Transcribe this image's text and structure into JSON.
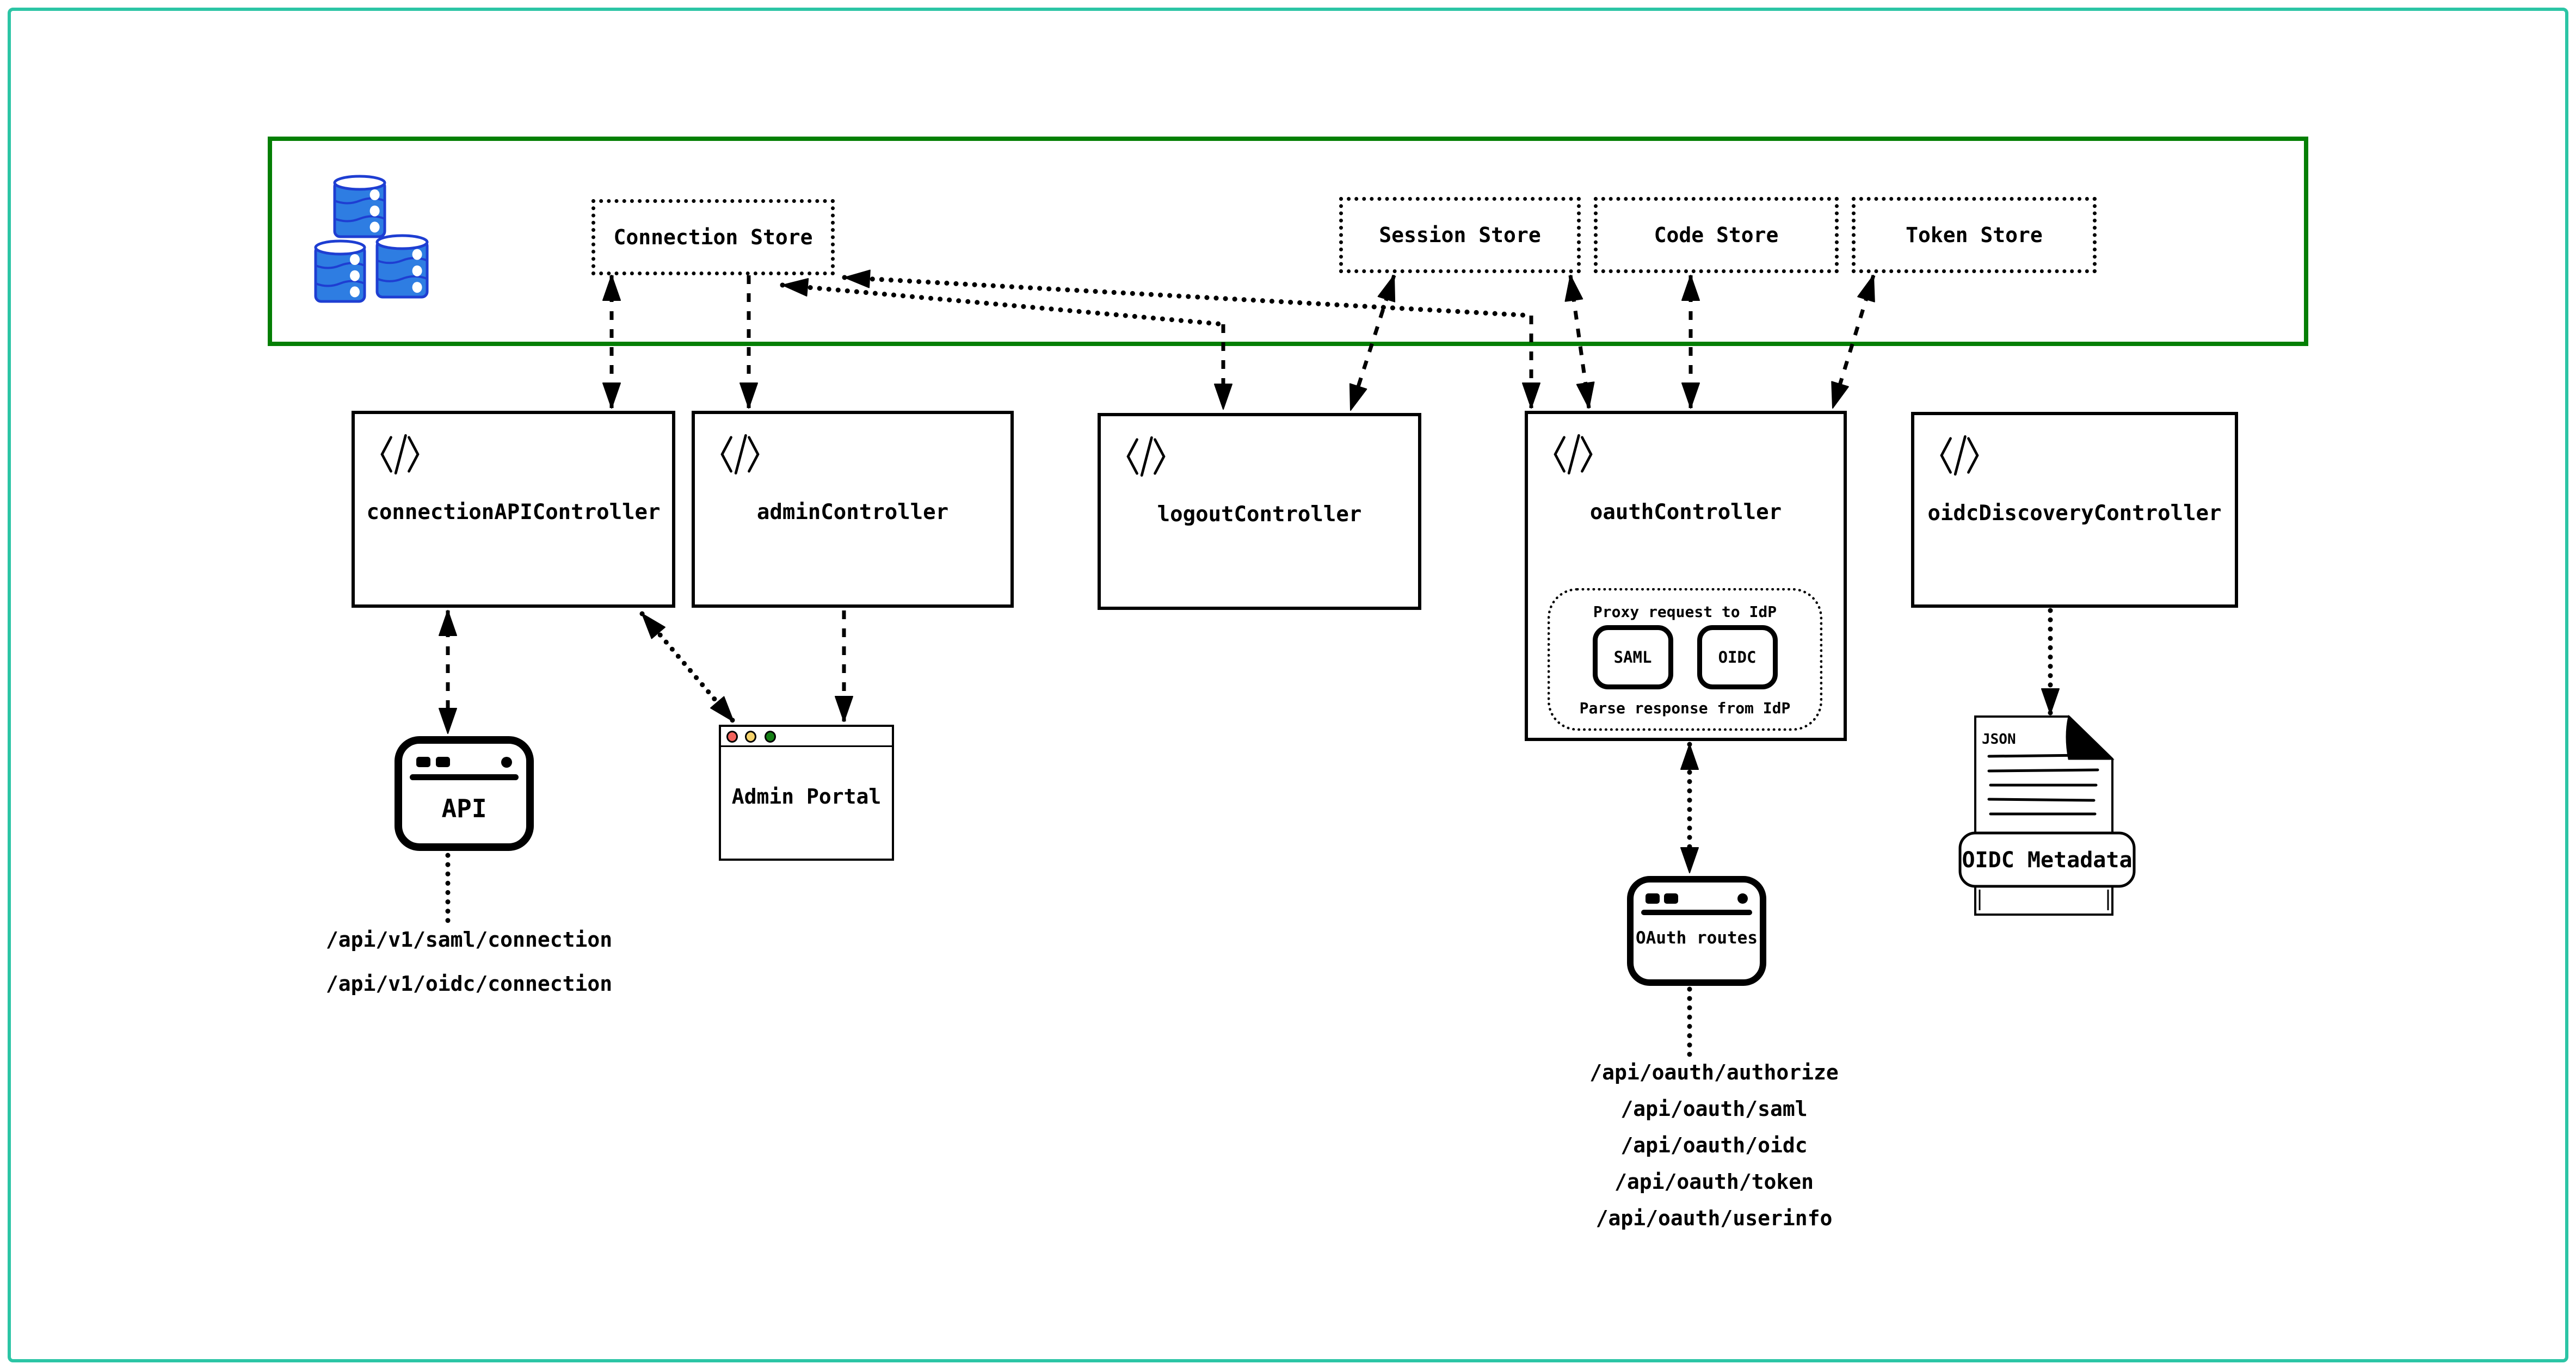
{
  "diagram": {
    "store_layer": {
      "stores": [
        {
          "id": "connection-store",
          "label": "Connection Store"
        },
        {
          "id": "session-store",
          "label": "Session Store"
        },
        {
          "id": "code-store",
          "label": "Code Store"
        },
        {
          "id": "token-store",
          "label": "Token Store"
        }
      ]
    },
    "controllers": [
      {
        "id": "connection-api-controller",
        "label": "connectionAPIController"
      },
      {
        "id": "admin-controller",
        "label": "adminController"
      },
      {
        "id": "logout-controller",
        "label": "logoutController"
      },
      {
        "id": "oauth-controller",
        "label": "oauthController",
        "idp_proxy": {
          "top_label": "Proxy request to IdP",
          "protocols": [
            "SAML",
            "OIDC"
          ],
          "bottom_label": "Parse response from IdP"
        }
      },
      {
        "id": "oidc-discovery-controller",
        "label": "oidcDiscoveryController"
      }
    ],
    "clients": {
      "api_window": {
        "label": "API",
        "endpoints": [
          "/api/v1/saml/connection",
          "/api/v1/oidc/connection"
        ]
      },
      "admin_portal_window": {
        "label": "Admin Portal"
      },
      "oauth_routes_window": {
        "label": "OAuth routes",
        "endpoints": [
          "/api/oauth/authorize",
          "/api/oauth/saml",
          "/api/oauth/oidc",
          "/api/oauth/token",
          "/api/oauth/userinfo"
        ]
      },
      "oidc_metadata_doc": {
        "file_type_label": "JSON",
        "label": "OIDC Metadata"
      }
    },
    "edges": [
      {
        "from": "connectionAPIController",
        "to": "Connection Store",
        "direction": "both"
      },
      {
        "from": "Connection Store",
        "to": "adminController",
        "direction": "to"
      },
      {
        "from": "logoutController",
        "to": "Connection Store",
        "direction": "both"
      },
      {
        "from": "oauthController",
        "to": "Connection Store",
        "direction": "both"
      },
      {
        "from": "logoutController",
        "to": "Session Store",
        "direction": "both"
      },
      {
        "from": "oauthController",
        "to": "Session Store",
        "direction": "both"
      },
      {
        "from": "oauthController",
        "to": "Code Store",
        "direction": "both"
      },
      {
        "from": "oauthController",
        "to": "Token Store",
        "direction": "both"
      },
      {
        "from": "connectionAPIController",
        "to": "API",
        "direction": "both"
      },
      {
        "from": "connectionAPIController",
        "to": "Admin Portal",
        "direction": "both"
      },
      {
        "from": "adminController",
        "to": "Admin Portal",
        "direction": "to"
      },
      {
        "from": "oauthController",
        "to": "OAuth routes",
        "direction": "both"
      },
      {
        "from": "oidcDiscoveryController",
        "to": "OIDC Metadata",
        "direction": "to"
      },
      {
        "from": "API",
        "to": "api endpoints list",
        "direction": "none"
      },
      {
        "from": "OAuth routes",
        "to": "oauth endpoints list",
        "direction": "none"
      }
    ],
    "colors": {
      "frame": "#2cc5a5",
      "store_boundary": "#047f04",
      "database_fill": "#2e7de2",
      "database_stroke": "#1e3ed2",
      "traffic_red": "#f2635d",
      "traffic_yellow": "#f5d36c",
      "traffic_green": "#157f15",
      "ink": "#000000"
    }
  }
}
